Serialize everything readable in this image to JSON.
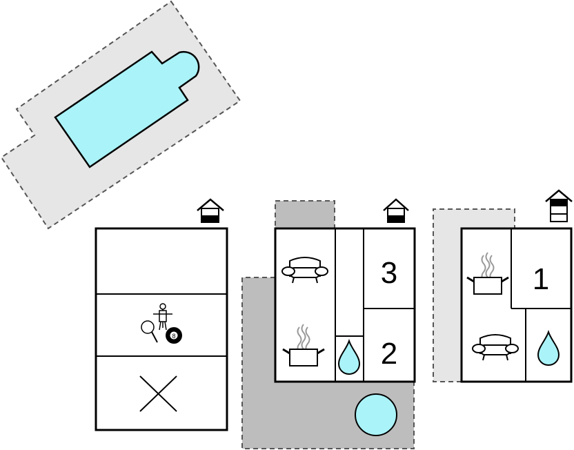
{
  "colors": {
    "background": "#ffffff",
    "outline": "#000000",
    "terrace_light": "#e6e6e6",
    "terrace_dark": "#bdbdbd",
    "water": "#aaf3f8",
    "dashed_edge": "#555555",
    "steam": "#999999"
  },
  "buildings": [
    {
      "id": "annex-left",
      "floors_icon": "house-level-icon",
      "rooms": [
        {
          "type": "open-room"
        },
        {
          "type": "game-room",
          "icons": [
            "table-football-icon",
            "table-tennis-icon",
            "billiard-ball-icon"
          ],
          "ball_label": "8"
        },
        {
          "type": "unused-room",
          "icons": [
            "cross-icon"
          ]
        }
      ]
    },
    {
      "id": "house-middle",
      "floors_icon": "house-level-icon",
      "rooms": [
        {
          "type": "living-room",
          "icons": [
            "sofa-icon"
          ]
        },
        {
          "type": "kitchen",
          "icons": [
            "cooking-pot-icon"
          ]
        },
        {
          "type": "bathroom",
          "icons": [
            "water-drop-icon"
          ]
        },
        {
          "type": "bedroom",
          "number": "3"
        },
        {
          "type": "bedroom",
          "number": "2"
        }
      ],
      "outdoor": [
        "terrace",
        "hot-tub"
      ]
    },
    {
      "id": "house-right",
      "floors_icon": "house-levels-icon",
      "rooms": [
        {
          "type": "kitchen",
          "icons": [
            "cooking-pot-icon"
          ]
        },
        {
          "type": "bedroom",
          "number": "1"
        },
        {
          "type": "living-room",
          "icons": [
            "sofa-icon"
          ]
        },
        {
          "type": "bathroom",
          "icons": [
            "water-drop-icon"
          ]
        }
      ],
      "outdoor": [
        "terrace"
      ]
    }
  ],
  "pool_area": {
    "features": [
      "swimming-pool",
      "pool-deck"
    ]
  }
}
